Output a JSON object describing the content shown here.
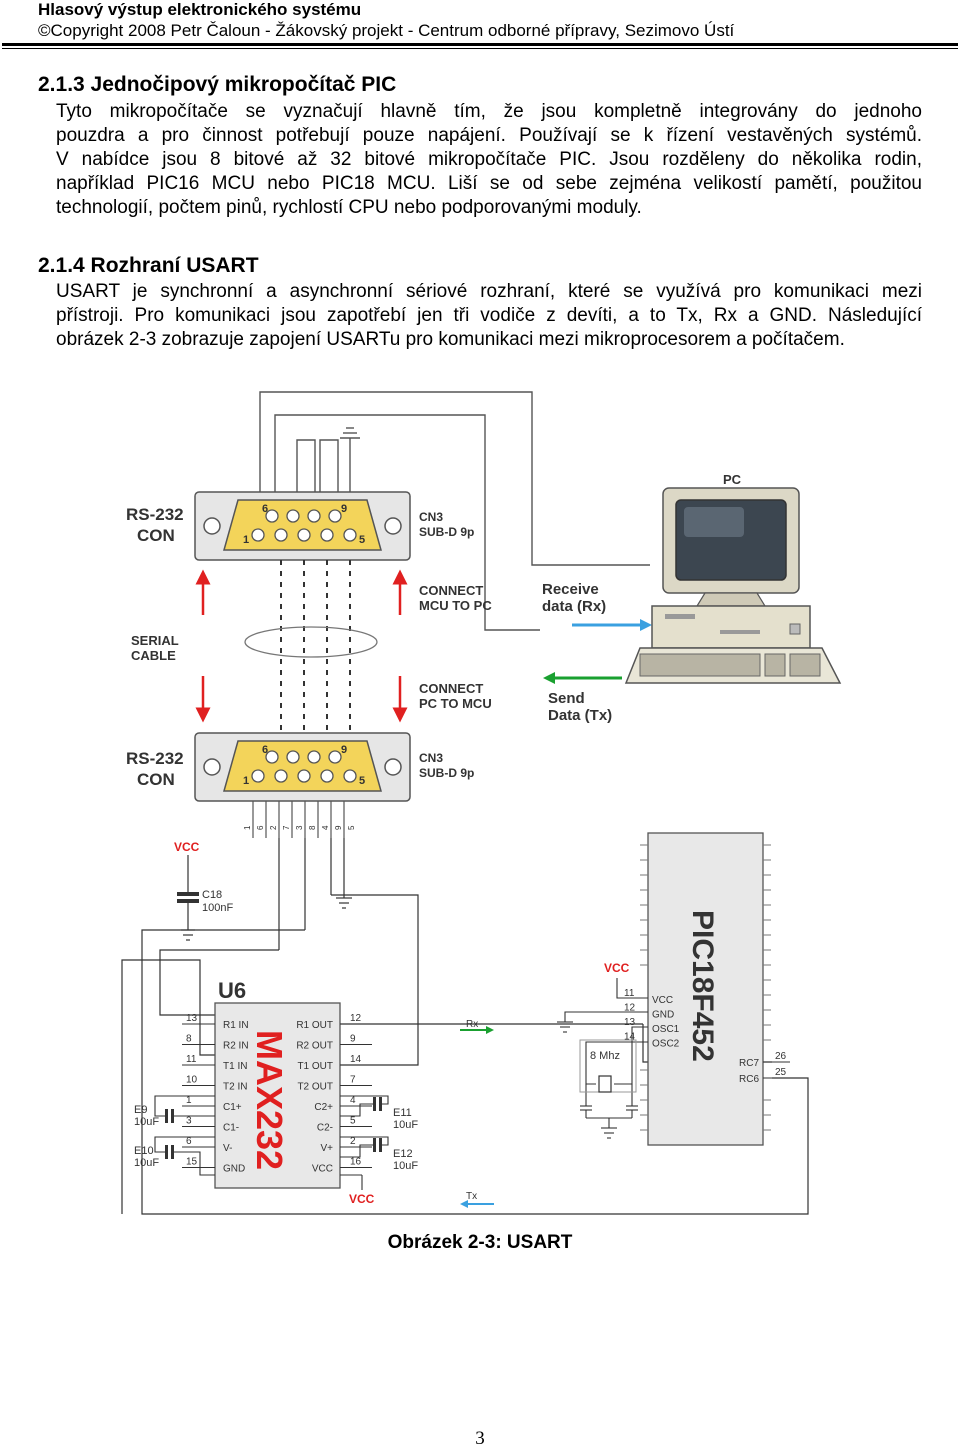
{
  "header": {
    "title": "Hlasový výstup elektronického systému",
    "copyright": "©Copyright 2008 Petr Čaloun - Žákovský projekt - Centrum odborné přípravy, Sezimovo Ústí"
  },
  "section1": {
    "heading": "2.1.3 Jednočipový mikropočítač PIC",
    "lines": [
      "Tyto mikropočítače se vyznačují hlavně tím, že jsou kompletně integrovány do jednoho",
      "pouzdra a pro činnost potřebují pouze napájení. Používají se k řízení vestavěných systémů.",
      "V nabídce jsou 8 bitové až 32 bitové mikropočítače PIC. Jsou rozděleny do několika rodin,",
      "například PIC16 MCU nebo PIC18 MCU. Liší se od sebe zejména velikostí pamětí, použitou",
      "technologií, počtem pinů, rychlostí CPU nebo podporovanými moduly."
    ]
  },
  "section2": {
    "heading": "2.1.4 Rozhraní USART",
    "lines": [
      "USART je synchronní a asynchronní sériové rozhraní, které se využívá pro komunikaci  mezi",
      "přístroji. Pro komunikaci jsou zapotřebí jen tři vodiče z devíti, a to Tx, Rx a GND. Následující",
      "obrázek 2-3 zobrazuje zapojení USARTu pro komunikaci mezi mikroprocesorem a počítačem."
    ]
  },
  "figure": {
    "caption": "Obrázek 2-3: USART",
    "rs232_top": [
      "RS-232",
      "CON"
    ],
    "rs232_bottom": [
      "RS-232",
      "CON"
    ],
    "cn3_top": [
      "CN3",
      "SUB-D 9p"
    ],
    "cn3_bottom": [
      "CN3",
      "SUB-D 9p"
    ],
    "pin_top_row": [
      "6",
      "9"
    ],
    "pin_bottom_row": [
      "1",
      "5"
    ],
    "conn_mcu_pc": [
      "CONNECT",
      "MCU TO PC"
    ],
    "conn_pc_mcu": [
      "CONNECT",
      "PC TO MCU"
    ],
    "serial_cable": [
      "SERIAL",
      "CABLE"
    ],
    "receive": [
      "Receive",
      "data (Rx)"
    ],
    "send": [
      "Send",
      "Data (Tx)"
    ],
    "pc_label": "PC",
    "cable_pins": [
      "1",
      "6",
      "2",
      "7",
      "3",
      "8",
      "4",
      "9",
      "5"
    ],
    "vcc": "VCC",
    "c18": [
      "C18",
      "100nF"
    ],
    "u6": "U6",
    "max_name": "MAX232",
    "max_left_pins": [
      {
        "num": "13",
        "name": "R1 IN"
      },
      {
        "num": "8",
        "name": "R2 IN"
      },
      {
        "num": "11",
        "name": "T1 IN"
      },
      {
        "num": "10",
        "name": "T2 IN"
      },
      {
        "num": "1",
        "name": "C1+"
      },
      {
        "num": "3",
        "name": "C1-"
      },
      {
        "num": "6",
        "name": "V-"
      },
      {
        "num": "15",
        "name": "GND"
      }
    ],
    "max_right_pins": [
      {
        "num": "12",
        "name": "R1 OUT"
      },
      {
        "num": "9",
        "name": "R2 OUT"
      },
      {
        "num": "14",
        "name": "T1 OUT"
      },
      {
        "num": "7",
        "name": "T2 OUT"
      },
      {
        "num": "4",
        "name": "C2+"
      },
      {
        "num": "5",
        "name": "C2-"
      },
      {
        "num": "2",
        "name": "V+"
      },
      {
        "num": "16",
        "name": "VCC"
      }
    ],
    "e9": [
      "E9",
      "10uF"
    ],
    "e10": [
      "E10",
      "10uF"
    ],
    "e11": [
      "E11",
      "10uF"
    ],
    "e12": [
      "E12",
      "10uF"
    ],
    "rx": "Rx",
    "tx": "Tx",
    "pic_name": "PIC18F452",
    "pic_left_pins": [
      {
        "num": "11",
        "name": "VCC"
      },
      {
        "num": "12",
        "name": "GND"
      },
      {
        "num": "13",
        "name": "OSC1"
      },
      {
        "num": "14",
        "name": "OSC2"
      }
    ],
    "pic_right_pins": [
      {
        "num": "26",
        "name": "RC7"
      },
      {
        "num": "25",
        "name": "RC6"
      }
    ],
    "crystal": "8 Mhz"
  },
  "page_number": "3"
}
